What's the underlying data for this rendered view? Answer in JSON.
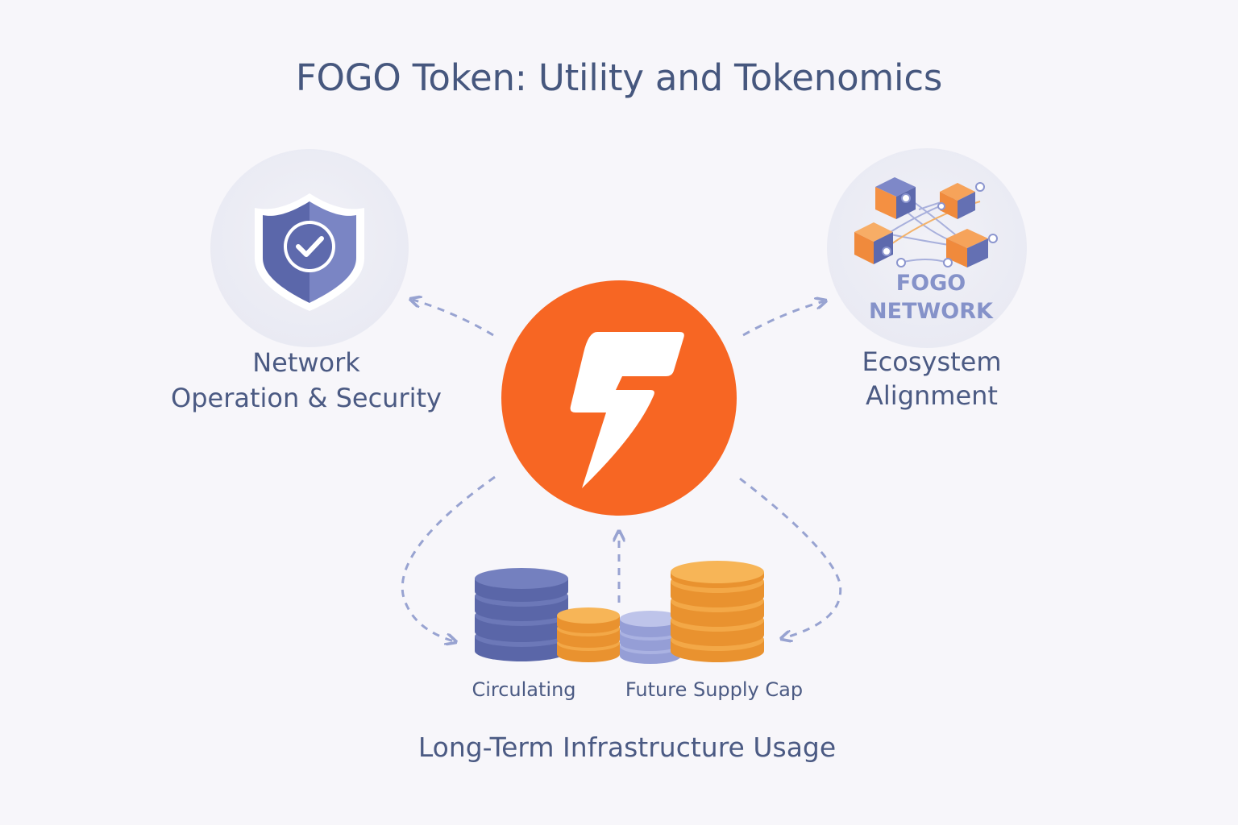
{
  "title": "FOGO Token: Utility and Tokenomics",
  "nodes": {
    "security": {
      "line1": "Network",
      "line2": "Operation & Security",
      "icon": "shield-check-icon"
    },
    "ecosystem": {
      "line1": "Ecosystem",
      "line2": "Alignment",
      "icon": "network-cubes-icon",
      "badge_line1": "FOGO",
      "badge_line2": "NETWORK"
    },
    "center": {
      "icon": "fogo-lightning-logo"
    },
    "supply": {
      "circulating_label": "Circulating",
      "future_label": "Future Supply Cap",
      "caption": "Long-Term Infrastructure Usage",
      "icon": "coin-stacks-icon"
    }
  },
  "colors": {
    "accent_orange": "#f76623",
    "indigo": "#6470b3",
    "light_indigo": "#a4acdd",
    "coin_orange": "#f2a13f",
    "text": "#4b5a83",
    "arrow": "#98a3d1"
  }
}
